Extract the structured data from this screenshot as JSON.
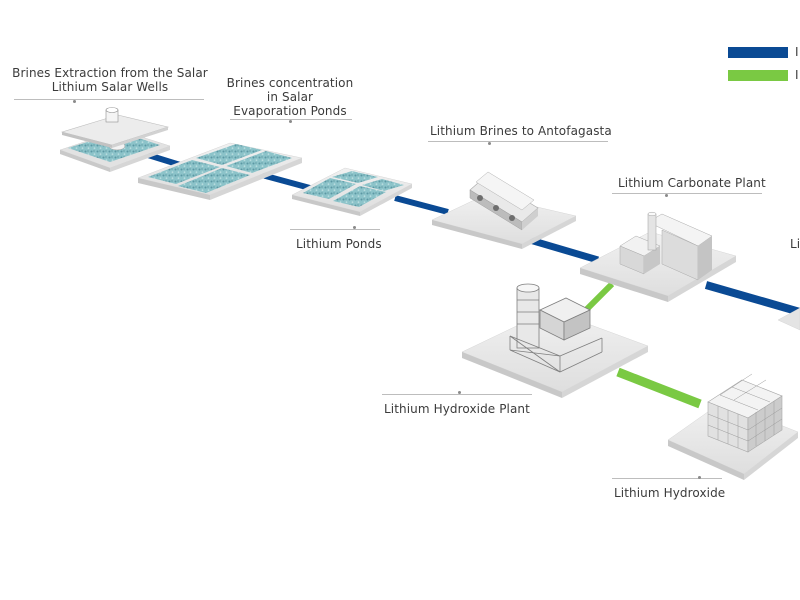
{
  "diagram": {
    "colors": {
      "brine_route": "#0a4a94",
      "hydroxide_route": "#7ac943",
      "pond_water": "#7ab8c0",
      "platform": "#e4e4e4",
      "building": "#d9d9d9"
    },
    "legend": [
      {
        "color": "#0a4a94",
        "text": "I"
      },
      {
        "color": "#7ac943",
        "text": "I"
      }
    ],
    "nodes": {
      "wells": {
        "lines": [
          "Brines Extraction from the Salar",
          "Lithium Salar Wells"
        ]
      },
      "evaporation": {
        "lines": [
          "Brines concentration",
          "in Salar",
          "Evaporation Ponds"
        ]
      },
      "ponds": {
        "lines": [
          "Lithium Ponds"
        ]
      },
      "antofagasta": {
        "lines": [
          "Lithium Brines to Antofagasta"
        ]
      },
      "carbonate": {
        "lines": [
          "Lithium Carbonate Plant"
        ]
      },
      "next": {
        "lines": [
          "Li"
        ]
      },
      "hydroxide_plant": {
        "lines": [
          "Lithium Hydroxide Plant"
        ]
      },
      "hydroxide": {
        "lines": [
          "Lithium Hydroxide"
        ]
      }
    }
  }
}
